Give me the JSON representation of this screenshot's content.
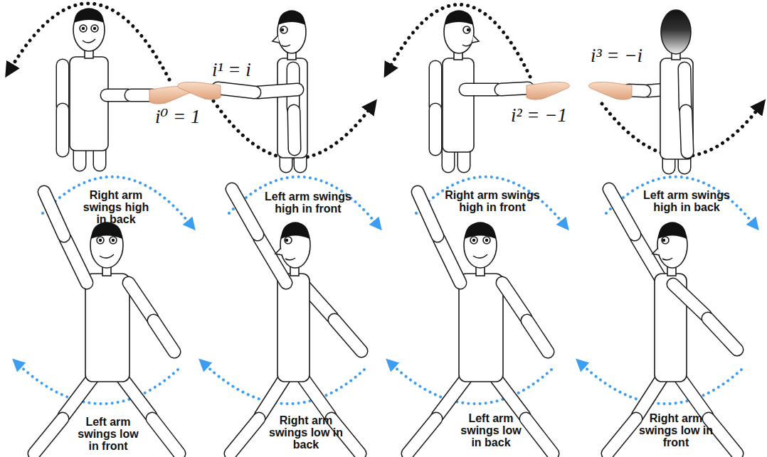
{
  "diagram": {
    "labels": [
      "i⁰ = 1",
      "i¹ = i",
      "i² = −1",
      "i³ = −i",
      "Right arm swings high in back",
      "Left arm swings low in front",
      "Left arm swings high in front",
      "Right arm swings low in back",
      "Right arm swings high in front",
      "Left arm swings low in back",
      "Left arm swings high in back",
      "Right arm swings low in front"
    ]
  }
}
